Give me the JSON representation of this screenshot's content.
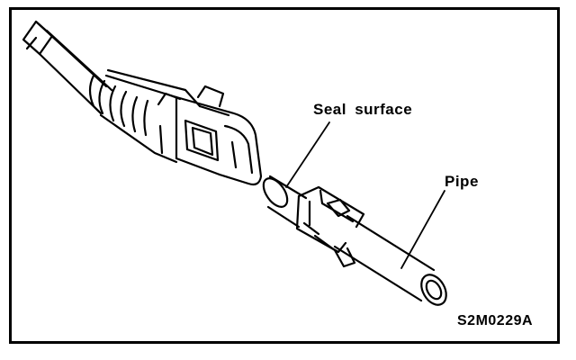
{
  "labels": {
    "seal_surface": "Seal surface",
    "pipe": "Pipe",
    "figure_code": "S2M0229A"
  },
  "colors": {
    "ink": "#000000",
    "background": "#ffffff"
  }
}
